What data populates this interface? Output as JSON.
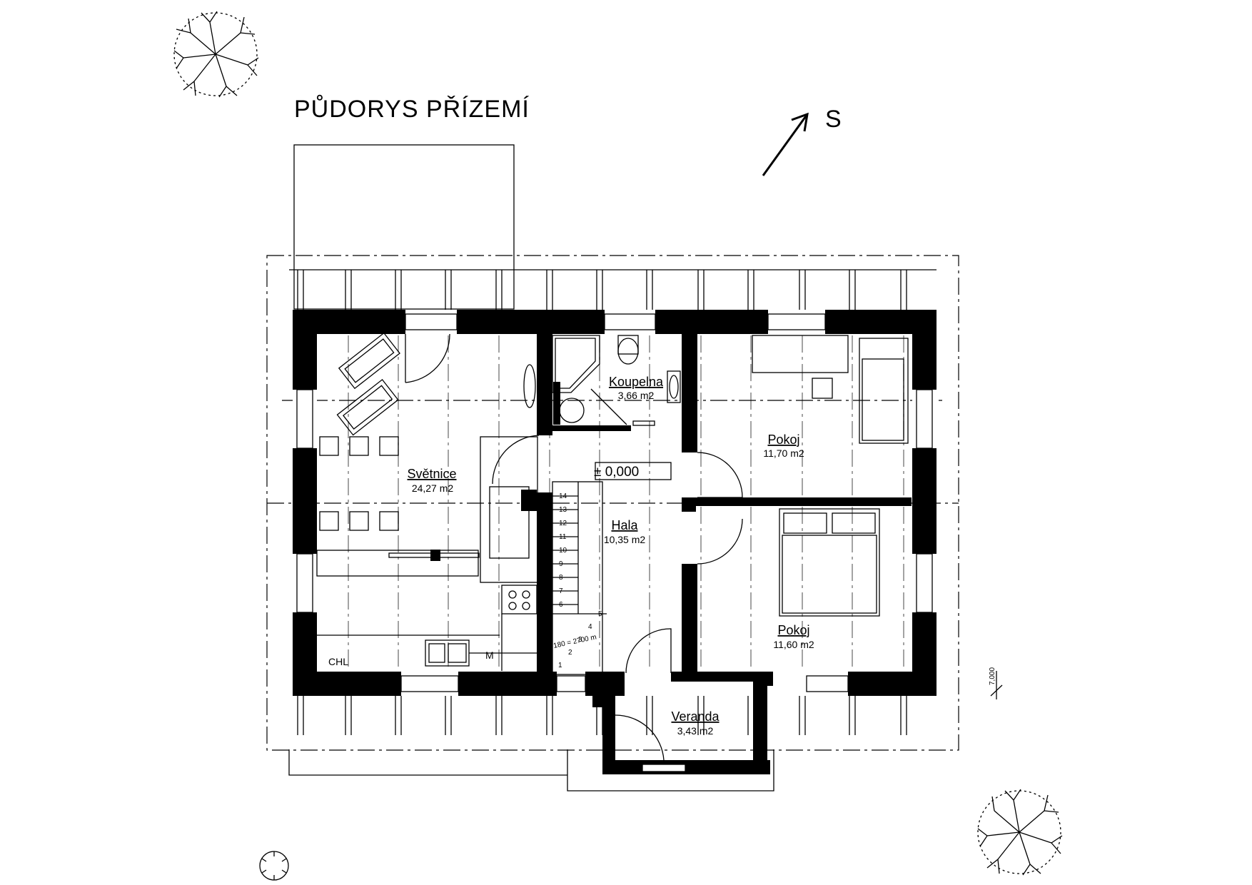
{
  "drawing": {
    "title": "PŮDORYS  PŘÍZEMÍ",
    "north_label": "S",
    "level_mark": "± 0,000",
    "height_mark": "7,000",
    "stair_note": "180 = 2700 m",
    "kitchen_labels": {
      "fridge": "CHL",
      "washer": "M"
    }
  },
  "rooms": [
    {
      "name": "Světnice",
      "area": "24,27 m2"
    },
    {
      "name": "Koupelna",
      "area": "3,66 m2"
    },
    {
      "name": "Pokoj",
      "area": "11,70 m2"
    },
    {
      "name": "Hala",
      "area": "10,35 m2"
    },
    {
      "name": "Pokoj",
      "area": "11,60 m2"
    },
    {
      "name": "Veranda",
      "area": "3,43 m2"
    }
  ],
  "stair_steps": [
    "1",
    "2",
    "3",
    "4",
    "5",
    "6",
    "7",
    "8",
    "9",
    "10",
    "11",
    "12",
    "13",
    "14"
  ]
}
